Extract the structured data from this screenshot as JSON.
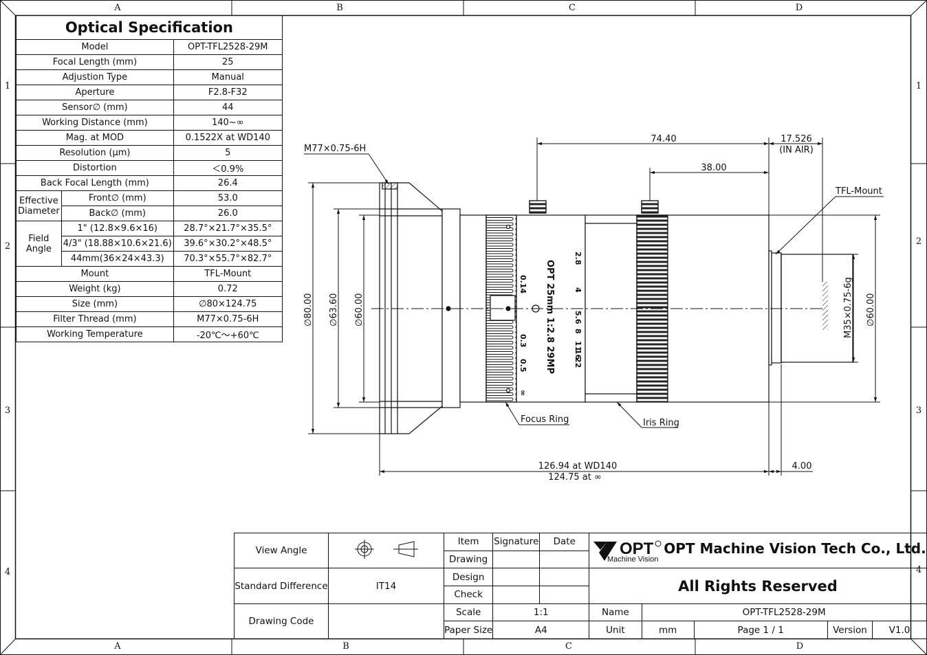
{
  "frame": {
    "columns": [
      "A",
      "B",
      "C",
      "D"
    ],
    "rows": [
      "1",
      "2",
      "3",
      "4"
    ]
  },
  "spec": {
    "title": "Optical Specification",
    "rows": [
      {
        "label": "Model",
        "value": "OPT-TFL2528-29M"
      },
      {
        "label": "Focal Length (mm)",
        "value": "25"
      },
      {
        "label": "Adjustion Type",
        "value": "Manual"
      },
      {
        "label": "Aperture",
        "value": "F2.8-F32"
      },
      {
        "label": "Sensor∅ (mm)",
        "value": "44"
      },
      {
        "label": "Working Distance (mm)",
        "value": "140~∞"
      },
      {
        "label": "Mag. at MOD",
        "value": "0.1522X at WD140"
      },
      {
        "label": "Resolution (μm)",
        "value": "5"
      },
      {
        "label": "Distortion",
        "value": "＜0.9%"
      },
      {
        "label": "Back Focal Length (mm)",
        "value": "26.4"
      }
    ],
    "effective_diameter": {
      "group": "Effective Diameter",
      "group_line1": "Effective",
      "group_line2": "Diameter",
      "front_label": "Front∅ (mm)",
      "front_value": "53.0",
      "back_label": "Back∅ (mm)",
      "back_value": "26.0"
    },
    "field_angle": {
      "group_line1": "Field",
      "group_line2": "Angle",
      "rows": [
        {
          "label": "1\" (12.8×9.6×16)",
          "value": "28.7°×21.7°×35.5°"
        },
        {
          "label": "4/3\" (18.88×10.6×21.6)",
          "value": "39.6°×30.2°×48.5°"
        },
        {
          "label": "44mm(36×24×43.3)",
          "value": "70.3°×55.7°×82.7°"
        }
      ]
    },
    "rows_after": [
      {
        "label": "Mount",
        "value": "TFL-Mount"
      },
      {
        "label": "Weight (kg)",
        "value": "0.72"
      },
      {
        "label": "Size (mm)",
        "value": "∅80×124.75"
      },
      {
        "label": "Filter Thread (mm)",
        "value": "M77×0.75-6H"
      },
      {
        "label": "Working Temperature",
        "value": "-20℃～+60℃"
      }
    ]
  },
  "drawing": {
    "thread_label": "M77×0.75-6H",
    "mount_label": "TFL-Mount",
    "focus_ring_label": "Focus Ring",
    "iris_ring_label": "Iris Ring",
    "dim_74": "74.40",
    "dim_38": "38.00",
    "dim_17": "17.526",
    "dim_17_note": "(IN AIR)",
    "dim_4": "4.00",
    "dim_len_wd": "126.94 at WD140",
    "dim_len_inf": "124.75 at ∞",
    "dia_80": "∅80.00",
    "dia_636": "∅63.60",
    "dia_60_left": "∅60.00",
    "dia_60_right": "∅60.00",
    "m35": "M35×0.75-6g",
    "barrel_text": "OPT 25mm 1:2.8 29MP",
    "aperture_scale": [
      "2.8",
      "4",
      "5.6",
      "8",
      "11",
      "16",
      "22"
    ],
    "focus_scale": [
      "0.14",
      "0.3",
      "0.5",
      "∞"
    ]
  },
  "title_block": {
    "view_angle_label": "View Angle",
    "standard_diff_label": "Standard Difference",
    "standard_diff_value": "IT14",
    "drawing_code_label": "Drawing Code",
    "drawing_code_value": "",
    "item": "Item",
    "signature": "Signature",
    "date": "Date",
    "drawing": "Drawing",
    "design": "Design",
    "check": "Check",
    "scale_label": "Scale",
    "scale_value": "1:1",
    "paper_label": "Paper Size",
    "paper_value": "A4",
    "logo_text": "OPT",
    "logo_sub": "Machine Vision",
    "company": "OPT Machine Vision Tech Co., Ltd.",
    "rights": "All Rights Reserved",
    "name_label": "Name",
    "name_value": "OPT-TFL2528-29M",
    "unit_label": "Unit",
    "unit_value": "mm",
    "page": "Page  1 / 1",
    "version_label": "Version",
    "version_value": "V1.0"
  }
}
